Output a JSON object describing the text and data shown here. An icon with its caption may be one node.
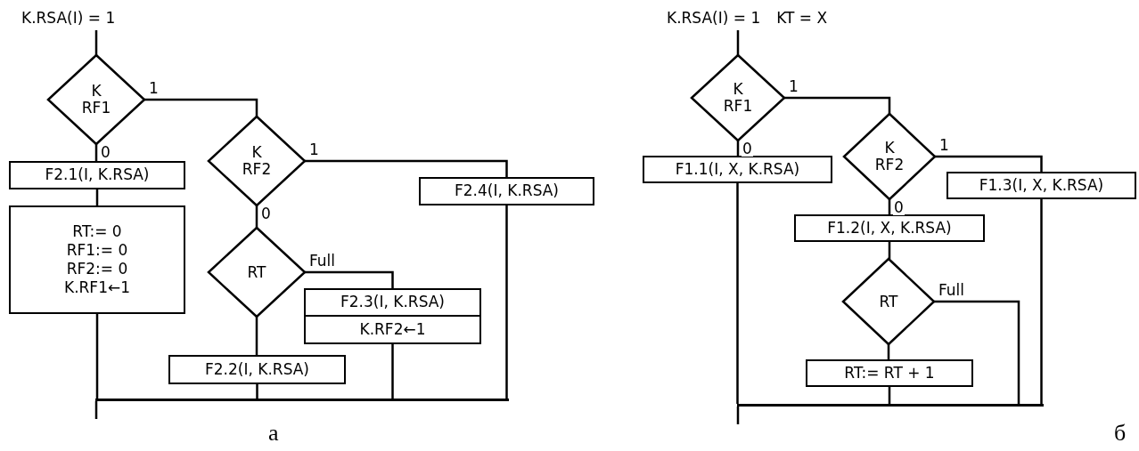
{
  "diagram": {
    "nodes": [
      {
        "text": [
          "K.RSA(I) = 1"
        ]
      },
      {
        "text": [
          "K RF1"
        ]
      },
      {
        "text": [
          "K RF2"
        ]
      },
      {
        "text": [
          "F2.1(I, K.RSA)"
        ]
      },
      {
        "text": [
          "RT:= 0",
          "RF1:= 0",
          "RF2:= 0",
          "K.RF1←1"
        ]
      },
      {
        "text": [
          "RT"
        ]
      },
      {
        "text": [
          "F2.4(I, K.RSA)"
        ]
      },
      {
        "text": [
          "F2.3(I, K.RSA)"
        ]
      },
      {
        "text": [
          "K.RF2←1"
        ]
      },
      {
        "text": [
          "F2.2(I, K.RSA)"
        ]
      },
      {
        "text": [],
        "shape": "bar"
      },
      {
        "text": [
          "K.RSA(I) = 1",
          "KT = X"
        ]
      },
      {
        "text": [
          "K RF1"
        ]
      },
      {
        "text": [
          "F1.1(I, X, K.RSA)"
        ]
      },
      {
        "text": [
          "K RF2"
        ]
      },
      {
        "text": [
          "F1.3(I, X, K.RSA)"
        ]
      },
      {
        "text": [
          "F1.2(I, X, K.RSA)"
        ]
      },
      {
        "text": [
          "RT"
        ]
      },
      {
        "text": [
          "RT:= RT + 1"
        ]
      },
      {
        "text": [],
        "shape": "bar"
      }
    ],
    "edges": [
      {
        "from": 0,
        "to": 1,
        "arrow": "none"
      },
      {
        "from": 1,
        "to": 2,
        "arrow": "none",
        "label": "1"
      },
      {
        "from": 1,
        "to": 3,
        "arrow": "none",
        "label": "0"
      },
      {
        "from": 3,
        "to": 4,
        "arrow": "none"
      },
      {
        "from": 4,
        "to": 10,
        "arrow": "none"
      },
      {
        "from": 2,
        "to": 6,
        "arrow": "none",
        "label": "1"
      },
      {
        "from": 2,
        "to": 5,
        "arrow": "none",
        "label": "0"
      },
      {
        "from": 5,
        "to": 7,
        "arrow": "none",
        "label": "Full"
      },
      {
        "from": 5,
        "to": 9,
        "arrow": "none"
      },
      {
        "from": 9,
        "to": 10,
        "arrow": "none"
      },
      {
        "from": 8,
        "to": 10,
        "arrow": "none"
      },
      {
        "from": 6,
        "to": 10,
        "arrow": "none"
      },
      {
        "from": 10,
        "to": null,
        "arrow": "none"
      },
      {
        "from": 11,
        "to": 12,
        "arrow": "none"
      },
      {
        "from": 12,
        "to": 14,
        "arrow": "none",
        "label": "1"
      },
      {
        "from": 12,
        "to": 13,
        "arrow": "none",
        "label": "0"
      },
      {
        "from": 13,
        "to": 19,
        "arrow": "none"
      },
      {
        "from": 14,
        "to": 15,
        "arrow": "none",
        "label": "1"
      },
      {
        "from": 14,
        "to": 16,
        "arrow": "none",
        "label": "0"
      },
      {
        "from": 16,
        "to": 17,
        "arrow": "none"
      },
      {
        "from": 17,
        "to": 18,
        "arrow": "none"
      },
      {
        "from": 17,
        "to": 19,
        "arrow": "none",
        "label": "Full"
      },
      {
        "from": 18,
        "to": 19,
        "arrow": "none"
      },
      {
        "from": 15,
        "to": 19,
        "arrow": "none"
      },
      {
        "from": 19,
        "to": null,
        "arrow": "none"
      }
    ],
    "labels": [
      "а",
      "б"
    ]
  }
}
